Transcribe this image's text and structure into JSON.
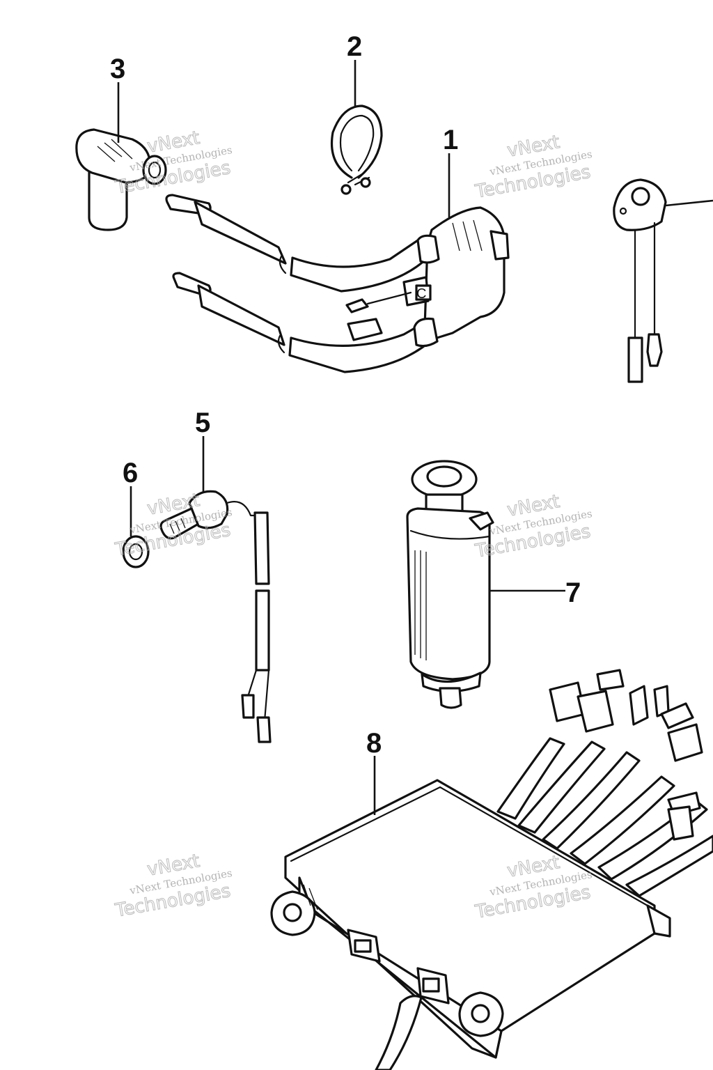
{
  "callouts": {
    "c1": "1",
    "c2": "2",
    "c3": "3",
    "c5": "5",
    "c6": "6",
    "c7": "7",
    "c8": "8"
  },
  "coil_letter": "C",
  "watermark": {
    "line1": "vNext Technologies",
    "line2": "vNext",
    "line3": "Technologies"
  },
  "colors": {
    "ink": "#111111",
    "watermark": "#9a9a9a"
  }
}
